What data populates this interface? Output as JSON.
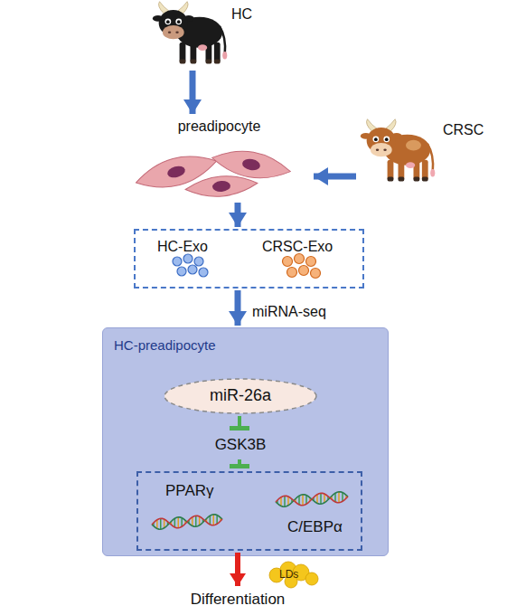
{
  "diagram": {
    "nodes": [
      {
        "text": [
          "HC"
        ]
      },
      {
        "text": [
          "preadipocyte"
        ]
      },
      {
        "text": [
          "CRSC"
        ]
      },
      {
        "text": [
          "HC-Exo",
          "CRSC-Exo"
        ]
      },
      {
        "text": [
          "HC-preadipocyte"
        ]
      },
      {
        "text": [
          "miR-26a"
        ],
        "in": 4
      },
      {
        "text": [
          "GSK3B"
        ],
        "in": 4
      },
      {
        "text": [
          "PPARγ",
          "C/EBPα"
        ],
        "in": 4
      },
      {
        "text": [
          "Differentiation"
        ]
      }
    ],
    "edges": [
      {
        "from": 0,
        "to": 1,
        "arrow": "to"
      },
      {
        "from": 2,
        "to": 1,
        "arrow": "to"
      },
      {
        "from": 1,
        "to": 3,
        "arrow": "to"
      },
      {
        "from": 3,
        "to": 4,
        "label": "miRNA-seq",
        "arrow": "to"
      },
      {
        "from": 5,
        "to": 6,
        "arrow": "to"
      },
      {
        "from": 6,
        "to": 7,
        "arrow": "to"
      },
      {
        "from": 7,
        "to": 8,
        "arrow": "to"
      }
    ],
    "labels": [
      "LDs"
    ]
  }
}
